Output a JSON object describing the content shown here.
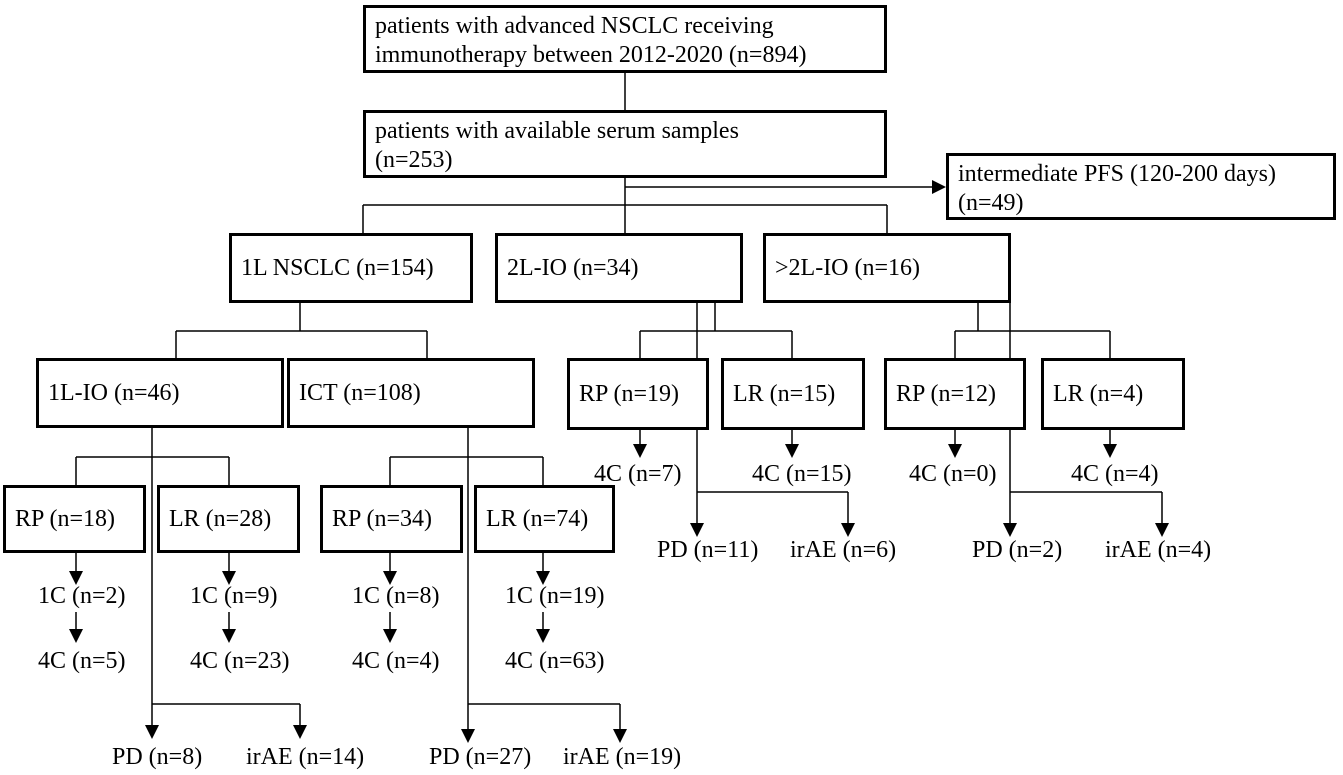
{
  "boxes": {
    "all_patients": "patients with advanced NSCLC receiving immunotherapy between 2012-2020 (n=894)",
    "serum": "patients with available serum samples (n=253)",
    "intermediate": "intermediate PFS (120-200 days) (n=49)",
    "first_line": "1L NSCLC (n=154)",
    "second_line_io": "2L-IO (n=34)",
    "later_line_io": ">2L-IO (n=16)",
    "first_line_io": "1L-IO (n=46)",
    "ict": "ICT (n=108)",
    "io2_rp": "RP (n=19)",
    "io2_lr": "LR (n=15)",
    "io3_rp": "RP (n=12)",
    "io3_lr": "LR (n=4)",
    "io1_rp": "RP (n=18)",
    "io1_lr": "LR (n=28)",
    "ict_rp": "RP (n=34)",
    "ict_lr": "LR (n=74)"
  },
  "labels": {
    "io2_rp_4c": "4C (n=7)",
    "io2_lr_4c": "4C (n=15)",
    "io2_pd": "PD (n=11)",
    "io2_irae": "irAE (n=6)",
    "io3_rp_4c": "4C (n=0)",
    "io3_lr_4c": "4C (n=4)",
    "io3_pd": "PD (n=2)",
    "io3_irae": "irAE (n=4)",
    "io1_rp_1c": "1C (n=2)",
    "io1_rp_4c": "4C (n=5)",
    "io1_lr_1c": "1C (n=9)",
    "io1_lr_4c": "4C (n=23)",
    "ict_rp_1c": "1C (n=8)",
    "ict_rp_4c": "4C (n=4)",
    "ict_lr_1c": "1C (n=19)",
    "ict_lr_4c": "4C (n=63)",
    "io1_pd": "PD (n=8)",
    "io1_irae": "irAE (n=14)",
    "ict_pd": "PD (n=27)",
    "ict_irae": "irAE (n=19)"
  }
}
